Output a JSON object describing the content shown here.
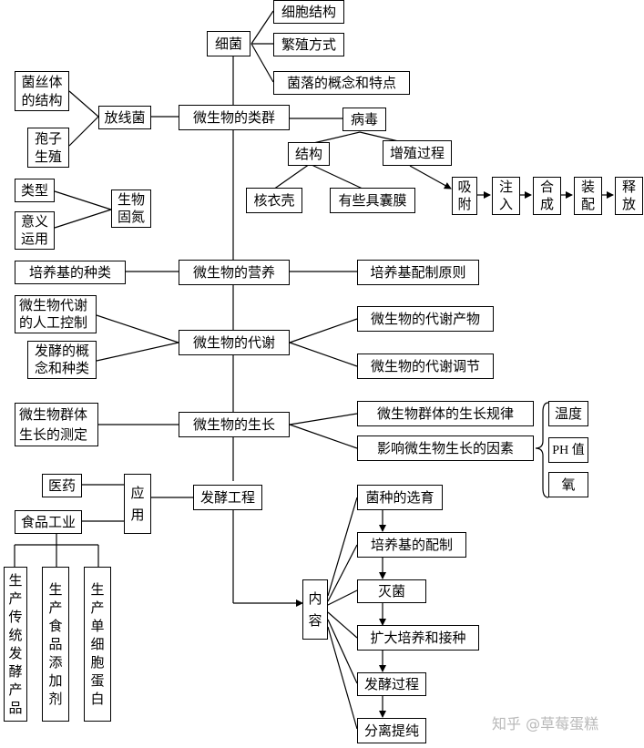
{
  "nodes": {
    "xijun": "细菌",
    "xibao_jiegou": "细胞结构",
    "fanzhi_fangshi": "繁殖方式",
    "junluo": "菌落的概念和特点",
    "junsi_jiegou": "菌丝体\n的结构",
    "fangxianjun": "放线菌",
    "baozi_shengzhi": "孢子\n生殖",
    "leiqun": "微生物的类群",
    "bingdu": "病毒",
    "jiegou": "结构",
    "zengzhi": "增殖过程",
    "heyike": "核衣壳",
    "nangmo": "有些具囊膜",
    "xifu": "吸\n附",
    "zhuru": "注\n入",
    "hecheng": "合\n成",
    "zhuangpei": "装\n配",
    "shifang": "释\n放",
    "leixing": "类型",
    "yiyi": "意义\n运用",
    "shengwu_gudan": "生物\n固氮",
    "peiyangji_zhonglei": "培养基的种类",
    "yingyang": "微生物的营养",
    "peizhi_yuanze": "培养基配制原则",
    "rengong_kongzhi": "微生物代谢\n的人工控制",
    "fajiao_gainian": "发酵的概\n念和种类",
    "daixie": "微生物的代谢",
    "daixie_chanwu": "微生物的代谢产物",
    "daixie_tiaojie": "微生物的代谢调节",
    "shengzhang_ceding": "微生物群体\n生长的测定",
    "shengzhang": "微生物的生长",
    "shengzhang_guilv": "微生物群体的生长规律",
    "yingxiang_yinsu": "影响微生物生长的因素",
    "wendu": "温度",
    "ph": "PH 值",
    "yang": "氧",
    "yiyao": "医药",
    "shipin": "食品工业",
    "yingyong": "应\n用",
    "fajiao_gongcheng": "发酵工程",
    "chuantong": "生\n产\n传\n统\n发\n酵\n产\n品",
    "tianjiaji": "生\n产\n食\n品\n添\n加\n剂",
    "danxibao": "生\n产\n单\n细\n胞\n蛋\n白",
    "neirong": "内\n容",
    "junzhong": "菌种的选育",
    "peiyangji_peizhi": "培养基的配制",
    "mijun": "灭菌",
    "kuoda": "扩大培养和接种",
    "fajiao_guocheng": "发酵过程",
    "fenli": "分离提纯"
  },
  "watermark": "知乎 @草莓蛋糕"
}
